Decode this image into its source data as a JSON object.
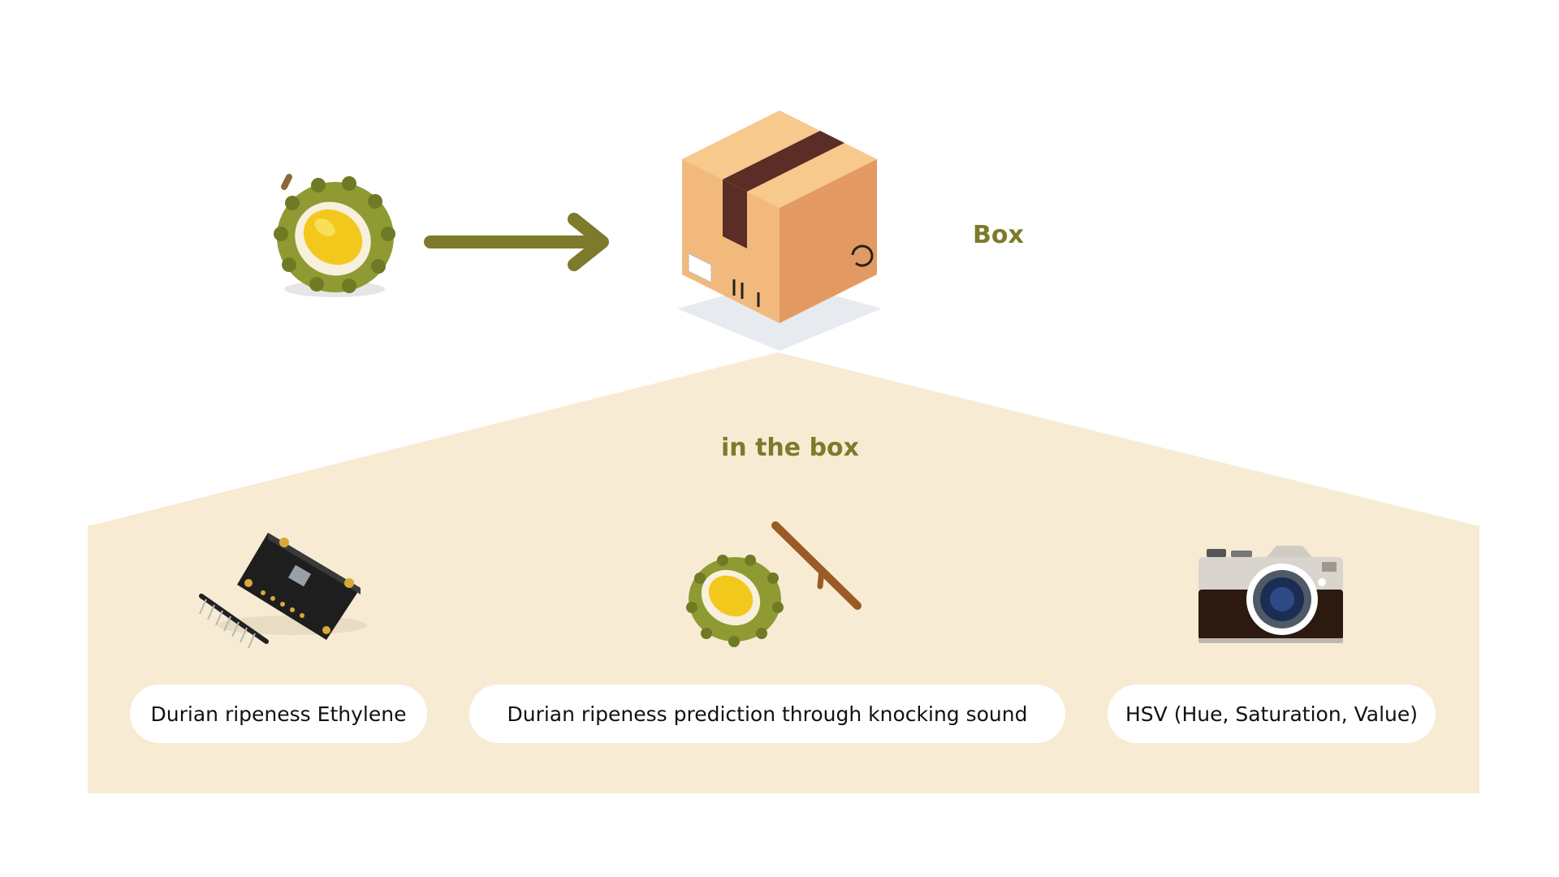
{
  "box_label": "Box",
  "in_box_label": "in the box",
  "items": [
    {
      "label": "Durian ripeness Ethylene",
      "icon": "gas-sensor-board-icon"
    },
    {
      "label": "Durian ripeness prediction through knocking sound",
      "icon": "durian-and-stick-icon"
    },
    {
      "label": "HSV (Hue, Saturation, Value)",
      "icon": "camera-icon"
    }
  ],
  "colors": {
    "accent_olive": "#7d7a2b",
    "panel_beige": "#f8ebd3",
    "box_tan": "#e9a570",
    "tape_brown": "#5a2e27"
  }
}
